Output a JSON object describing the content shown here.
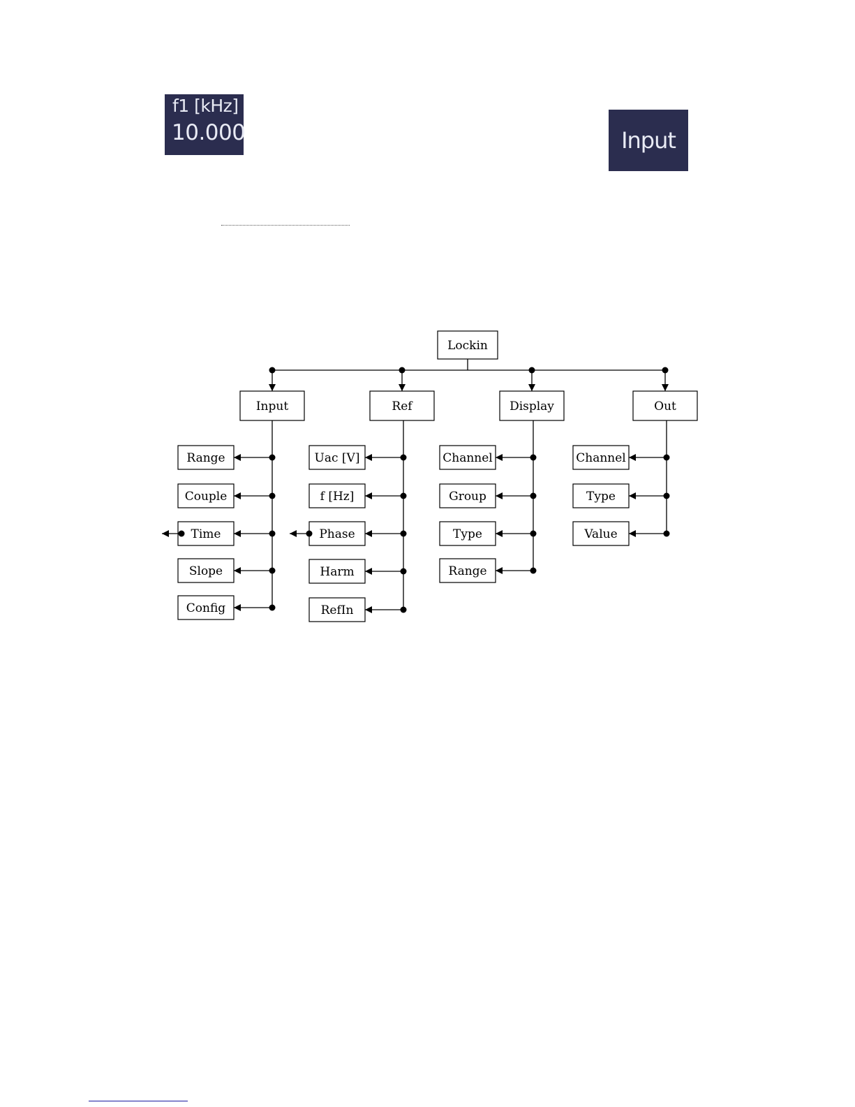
{
  "f1_display": {
    "label": "f1 [kHz]",
    "value": "10.000"
  },
  "input_key": {
    "label": "Input"
  },
  "tree": {
    "root": "Lockin",
    "groups": [
      {
        "label": "Input",
        "items": [
          "Range",
          "Couple",
          "Time",
          "Slope",
          "Config"
        ]
      },
      {
        "label": "Ref",
        "items": [
          "Uac [V]",
          "f [Hz]",
          "Phase",
          "Harm",
          "RefIn"
        ]
      },
      {
        "label": "Display",
        "items": [
          "Channel",
          "Group",
          "Type",
          "Range"
        ]
      },
      {
        "label": "Out",
        "items": [
          "Channel",
          "Type",
          "Value"
        ]
      }
    ]
  }
}
